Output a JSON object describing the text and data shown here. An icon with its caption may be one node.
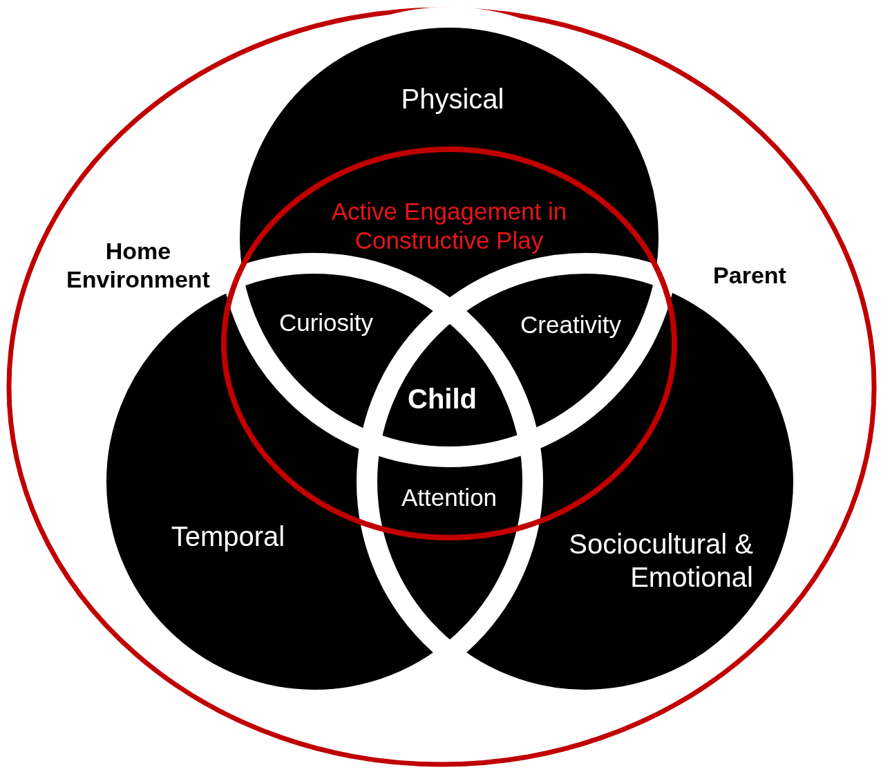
{
  "diagram": {
    "nodes": [
      {
        "text": [
          "Physical"
        ]
      },
      {
        "text": [
          "Temporal"
        ]
      },
      {
        "text": [
          "Sociocultural & Emotional"
        ]
      },
      {
        "text": [
          "Active Engagement in Constructive Play"
        ]
      }
    ],
    "labels": [
      "Home Environment",
      "Parent",
      "Curiosity",
      "Creativity",
      "Child",
      "Attention"
    ]
  }
}
